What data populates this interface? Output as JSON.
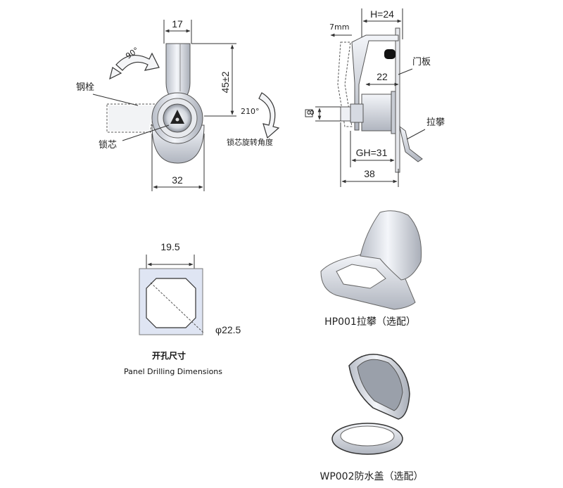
{
  "front_view": {
    "dim_width_top": "17",
    "dim_height": "45±2",
    "dim_width_bottom": "32",
    "rotation_left": "90°",
    "rotation_right": "210°",
    "label_bolt": "钢栓",
    "label_core": "锁芯",
    "label_core_rotation": "锁芯旋转角度"
  },
  "side_view": {
    "dim_h": "H=24",
    "dim_7mm": "7mm",
    "dim_22": "22",
    "dim_8": "8",
    "dim_gh": "GH=31",
    "dim_38": "38",
    "label_door": "门板",
    "label_handle": "拉攀"
  },
  "drilling": {
    "dim_width": "19.5",
    "dim_diameter": "φ22.5",
    "caption_cn": "开孔尺寸",
    "caption_en": "Panel Drilling Dimensions"
  },
  "accessories": [
    {
      "name": "HP001拉攀（选配）"
    },
    {
      "name": "WP002防水盖（选配）"
    }
  ],
  "colors": {
    "metal_light": "#eef1f7",
    "metal_mid": "#c4c9d3",
    "metal_dark": "#8a909b",
    "drill_fill": "#dfe5f3"
  }
}
